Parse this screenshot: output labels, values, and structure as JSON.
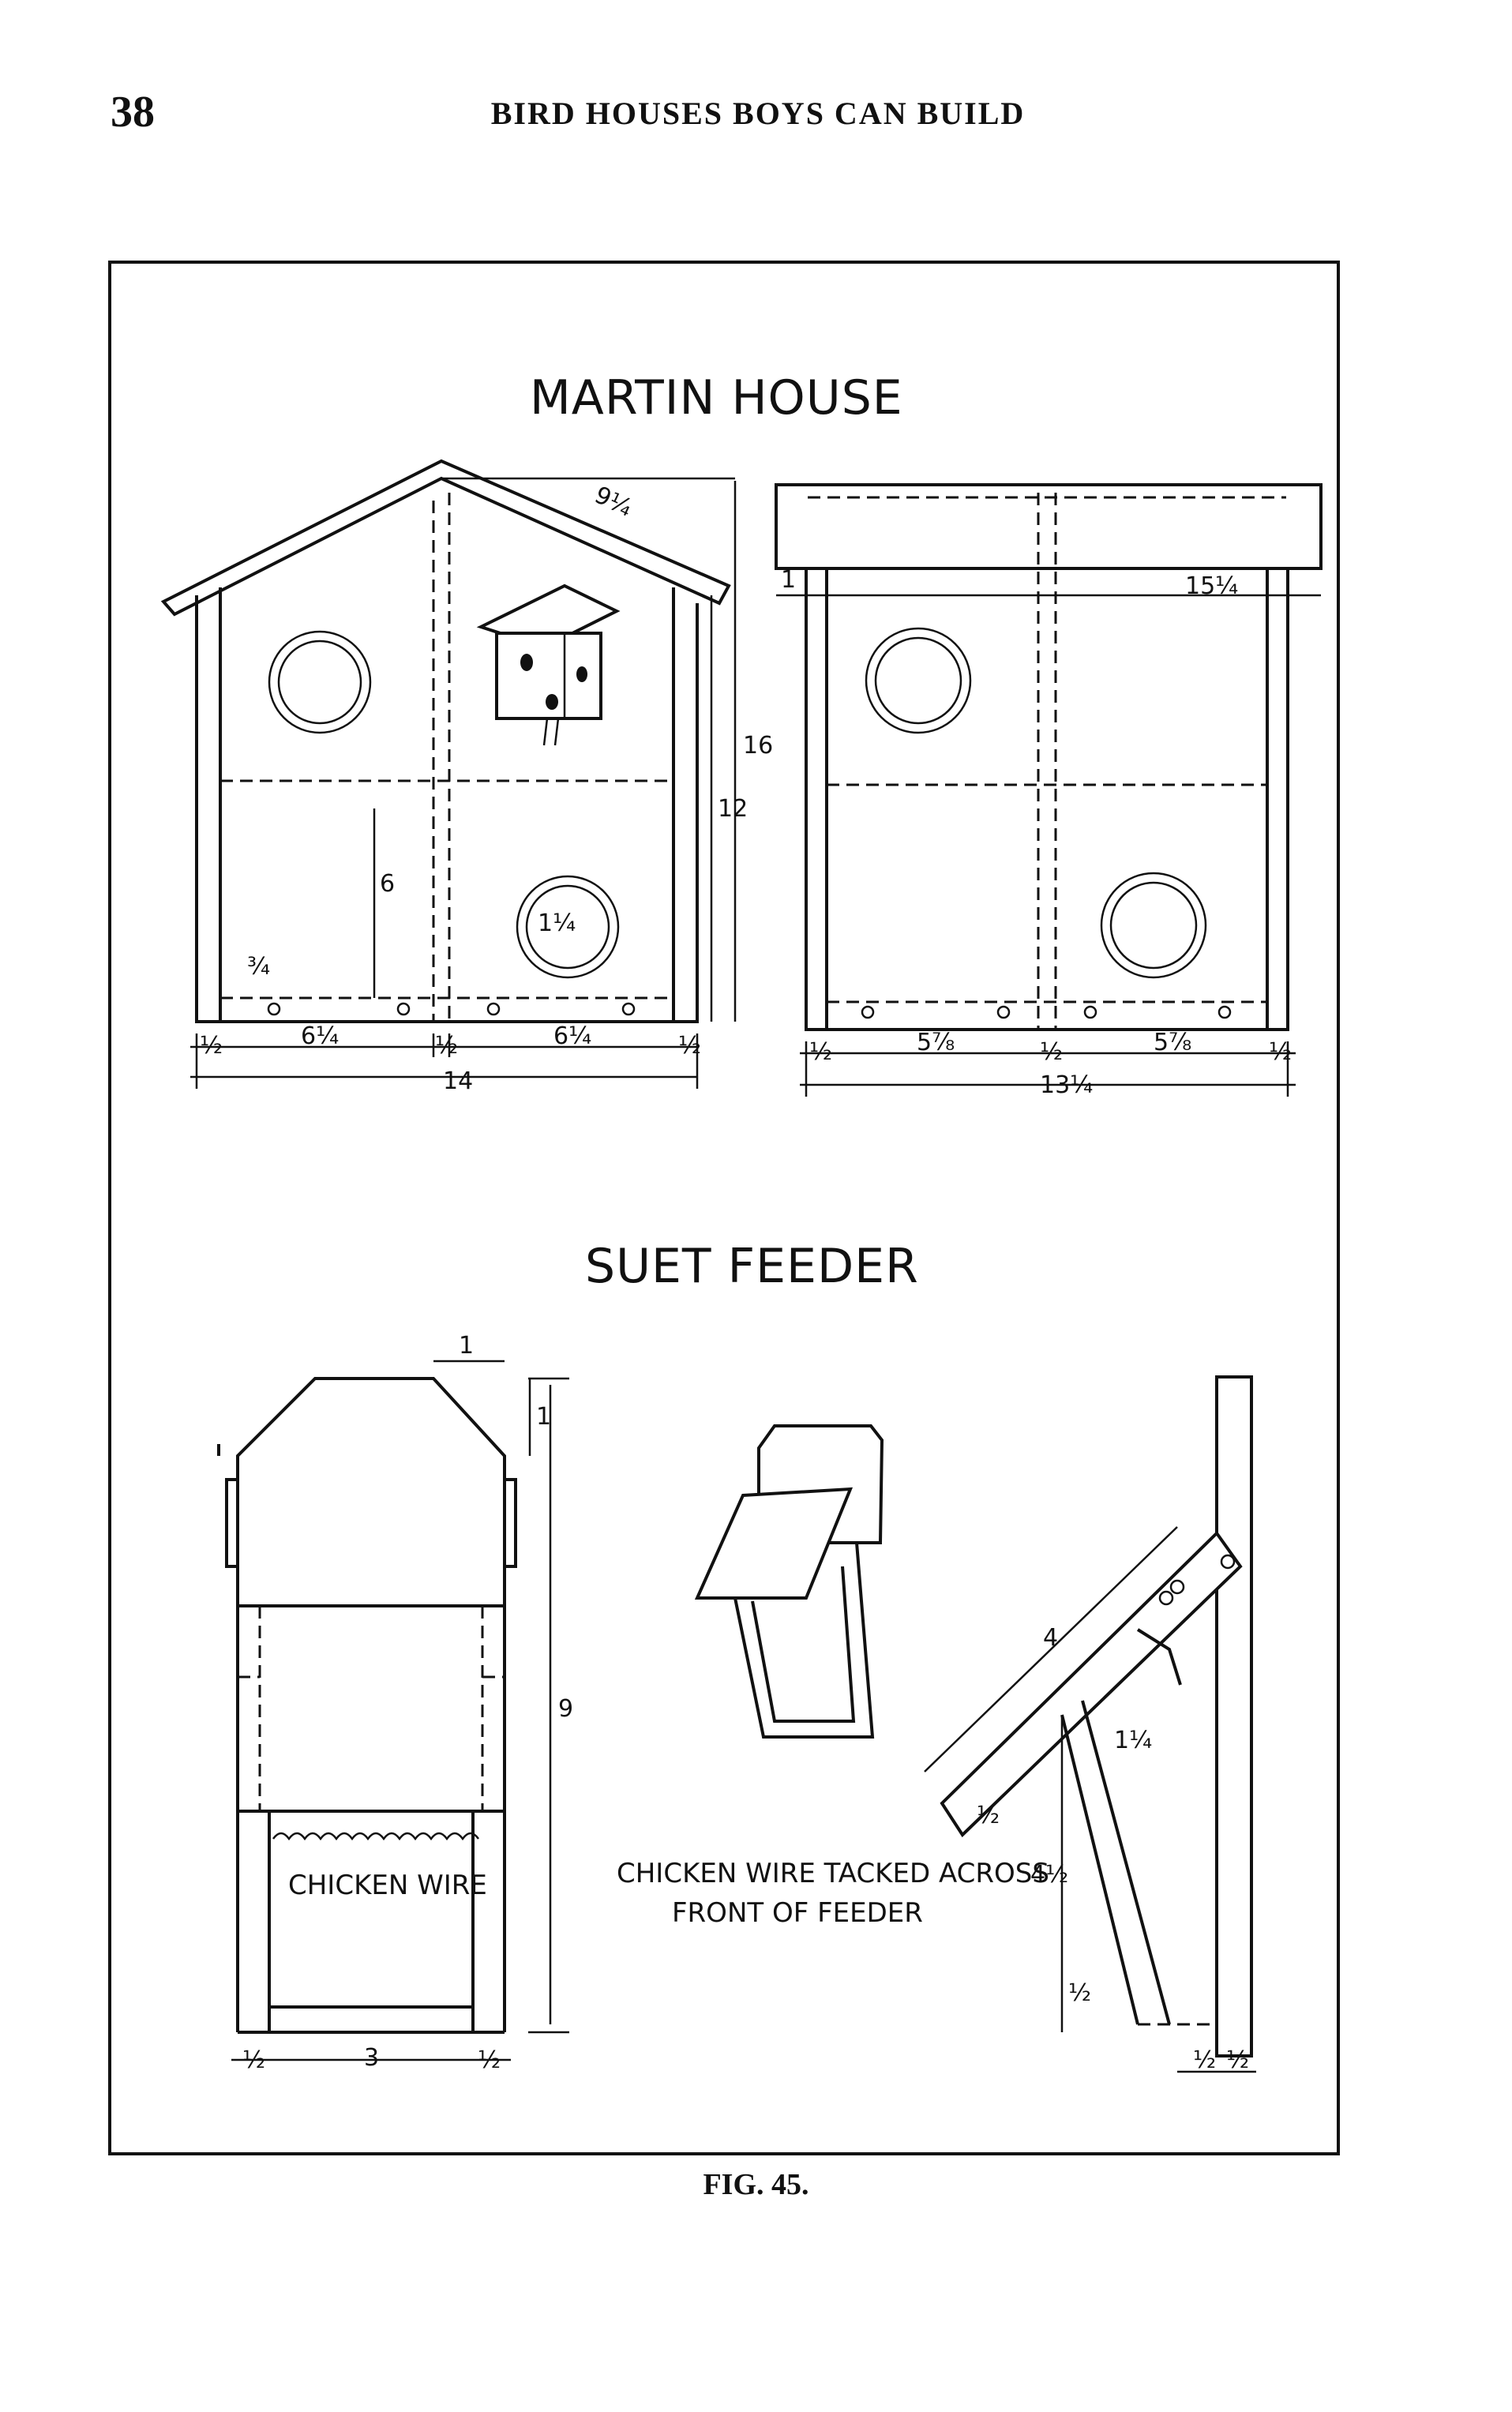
{
  "header": {
    "page_number": "38",
    "running_head": "BIRD HOUSES BOYS CAN BUILD"
  },
  "figure": {
    "martin_house": {
      "title": "MARTIN HOUSE",
      "front_dims": {
        "roof": "9¼",
        "height_total": "16",
        "height_wall": "12",
        "mid_floor": "6",
        "hole": "1¼",
        "sill": "¾",
        "side_left": "½",
        "span_left": "6¼",
        "center": "½",
        "span_right": "6¼",
        "side_right": "½",
        "width": "14"
      },
      "side_dims": {
        "overhang": "1",
        "depth": "15¼",
        "side_left": "½",
        "span_left": "5⅞",
        "center": "½",
        "span_right": "5⅞",
        "side_right": "½",
        "width": "13¼"
      }
    },
    "suet_feeder": {
      "title": "SUET FEEDER",
      "chicken_wire_label": "CHICKEN WIRE",
      "note_line1": "CHICKEN WIRE  TACKED ACROSS",
      "note_line2": "FRONT  OF FEEDER",
      "front_dims": {
        "top_chamfer_w": "1",
        "top_chamfer_h": "1",
        "height": "9",
        "side_left": "½",
        "inner": "3",
        "side_right": "½"
      },
      "side_dims": {
        "roof_len": "4",
        "roof_thick": "½",
        "offset": "1¼",
        "drop": "4½",
        "bottom": "½",
        "base_left": "½",
        "base_right": "½"
      }
    },
    "caption": "FIG. 45."
  }
}
